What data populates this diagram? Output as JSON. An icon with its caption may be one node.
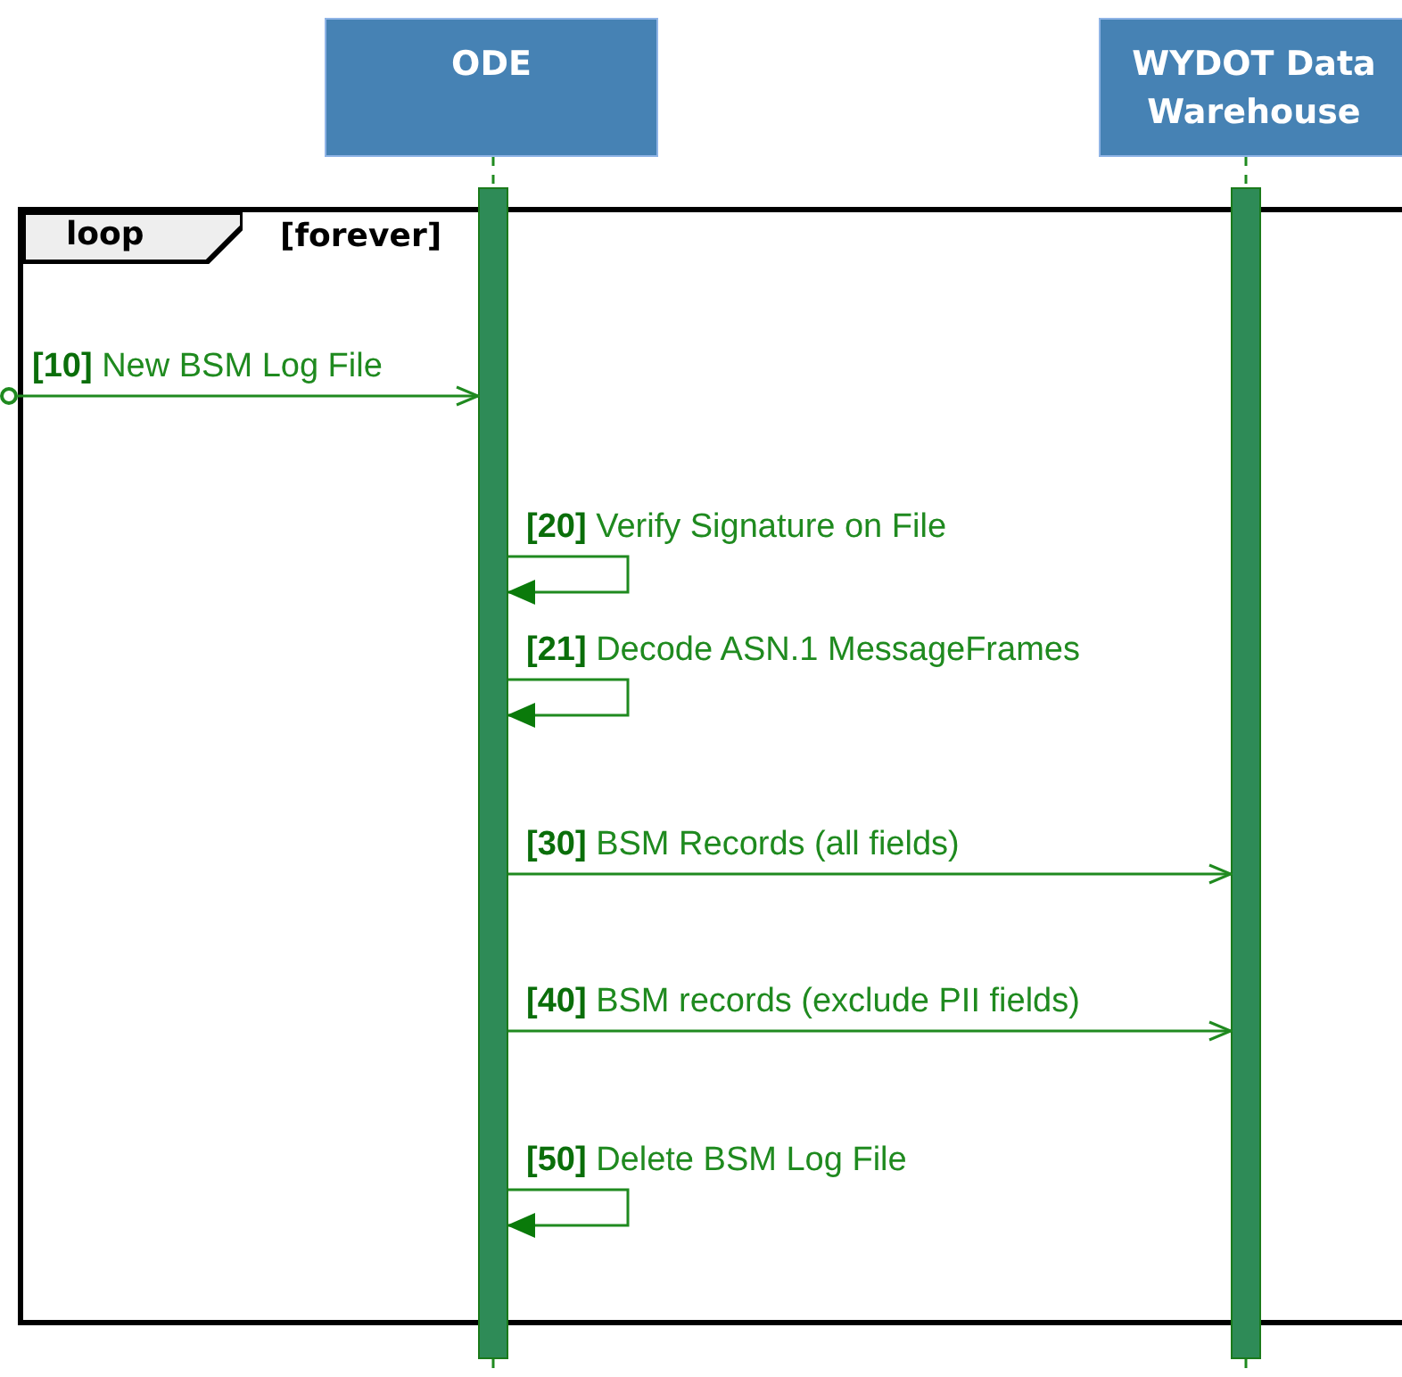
{
  "diagram": {
    "nodes": [
      {
        "text": [
          "ODE"
        ]
      },
      {
        "text": [
          "WYDOT Data Warehouse"
        ]
      },
      {
        "text": [
          "loop",
          "[forever]"
        ]
      },
      {
        "text": [],
        "shape": "bar",
        "in": 2
      },
      {
        "text": [],
        "shape": "bar",
        "in": 2
      },
      {
        "text": [],
        "shape": "circle"
      }
    ],
    "edges": [
      {
        "from": 5,
        "to": 3,
        "arrow": "to",
        "label": "**[10]** New BSM Log File"
      },
      {
        "from": 3,
        "to": 3,
        "arrow": "to",
        "label": "**[20]** Verify Signature on File"
      },
      {
        "from": 3,
        "to": 3,
        "arrow": "to",
        "label": "**[21]** Decode ASN.1 MessageFrames"
      },
      {
        "from": 3,
        "to": 4,
        "arrow": "to",
        "label": "**[30]** BSM Records (all fields)"
      },
      {
        "from": 3,
        "to": 4,
        "arrow": "to",
        "label": "**[40]** BSM records (exclude PII fields)"
      },
      {
        "from": 3,
        "to": 3,
        "arrow": "to",
        "label": "**[50]** Delete BSM Log File"
      },
      {
        "from": 0,
        "to": 3,
        "arrow": "none",
        "style": "dashed"
      },
      {
        "from": 1,
        "to": 4,
        "arrow": "none",
        "style": "dashed"
      },
      {
        "from": 3,
        "to": null,
        "arrow": "none",
        "style": "dashed"
      },
      {
        "from": 4,
        "to": null,
        "arrow": "none",
        "style": "dashed"
      }
    ]
  }
}
